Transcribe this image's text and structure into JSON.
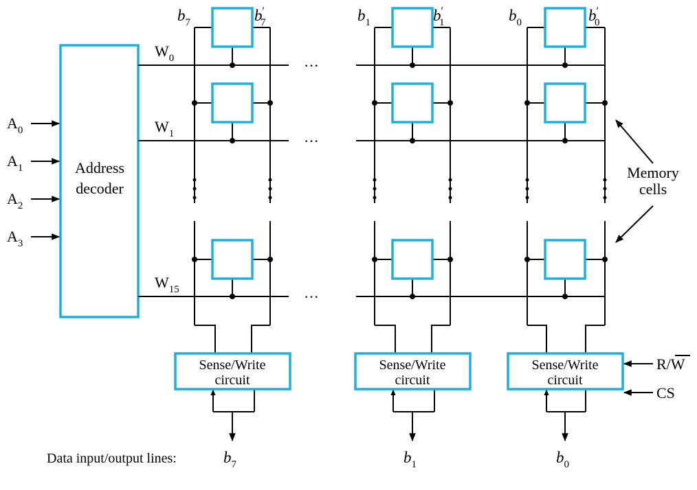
{
  "colors": {
    "block_outline": "#1ab0e0",
    "wire": "#000000",
    "background": "#ffffff"
  },
  "decoder": {
    "label_line1": "Address",
    "label_line2": "decoder"
  },
  "address_inputs": [
    {
      "letter": "A",
      "sub": "0"
    },
    {
      "letter": "A",
      "sub": "1"
    },
    {
      "letter": "A",
      "sub": "2"
    },
    {
      "letter": "A",
      "sub": "3"
    }
  ],
  "word_lines": [
    {
      "letter": "W",
      "sub": "0"
    },
    {
      "letter": "W",
      "sub": "1"
    },
    {
      "letter": "W",
      "sub": "15"
    }
  ],
  "bit_columns": [
    {
      "b": "b",
      "sub": "7",
      "prime": "′"
    },
    {
      "b": "b",
      "sub": "1",
      "prime": "′"
    },
    {
      "b": "b",
      "sub": "0",
      "prime": "′"
    }
  ],
  "ellipsis": "···",
  "sense_write": {
    "line1": "Sense/Write",
    "line2": "circuit"
  },
  "control_inputs": {
    "rw_r": "R/",
    "rw_w": "W",
    "cs": "CS"
  },
  "memory_cells_label": {
    "line1": "Memory",
    "line2": "cells"
  },
  "data_io": {
    "label": "Data input/output lines:",
    "bits": [
      {
        "b": "b",
        "sub": "7"
      },
      {
        "b": "b",
        "sub": "1"
      },
      {
        "b": "b",
        "sub": "0"
      }
    ]
  }
}
